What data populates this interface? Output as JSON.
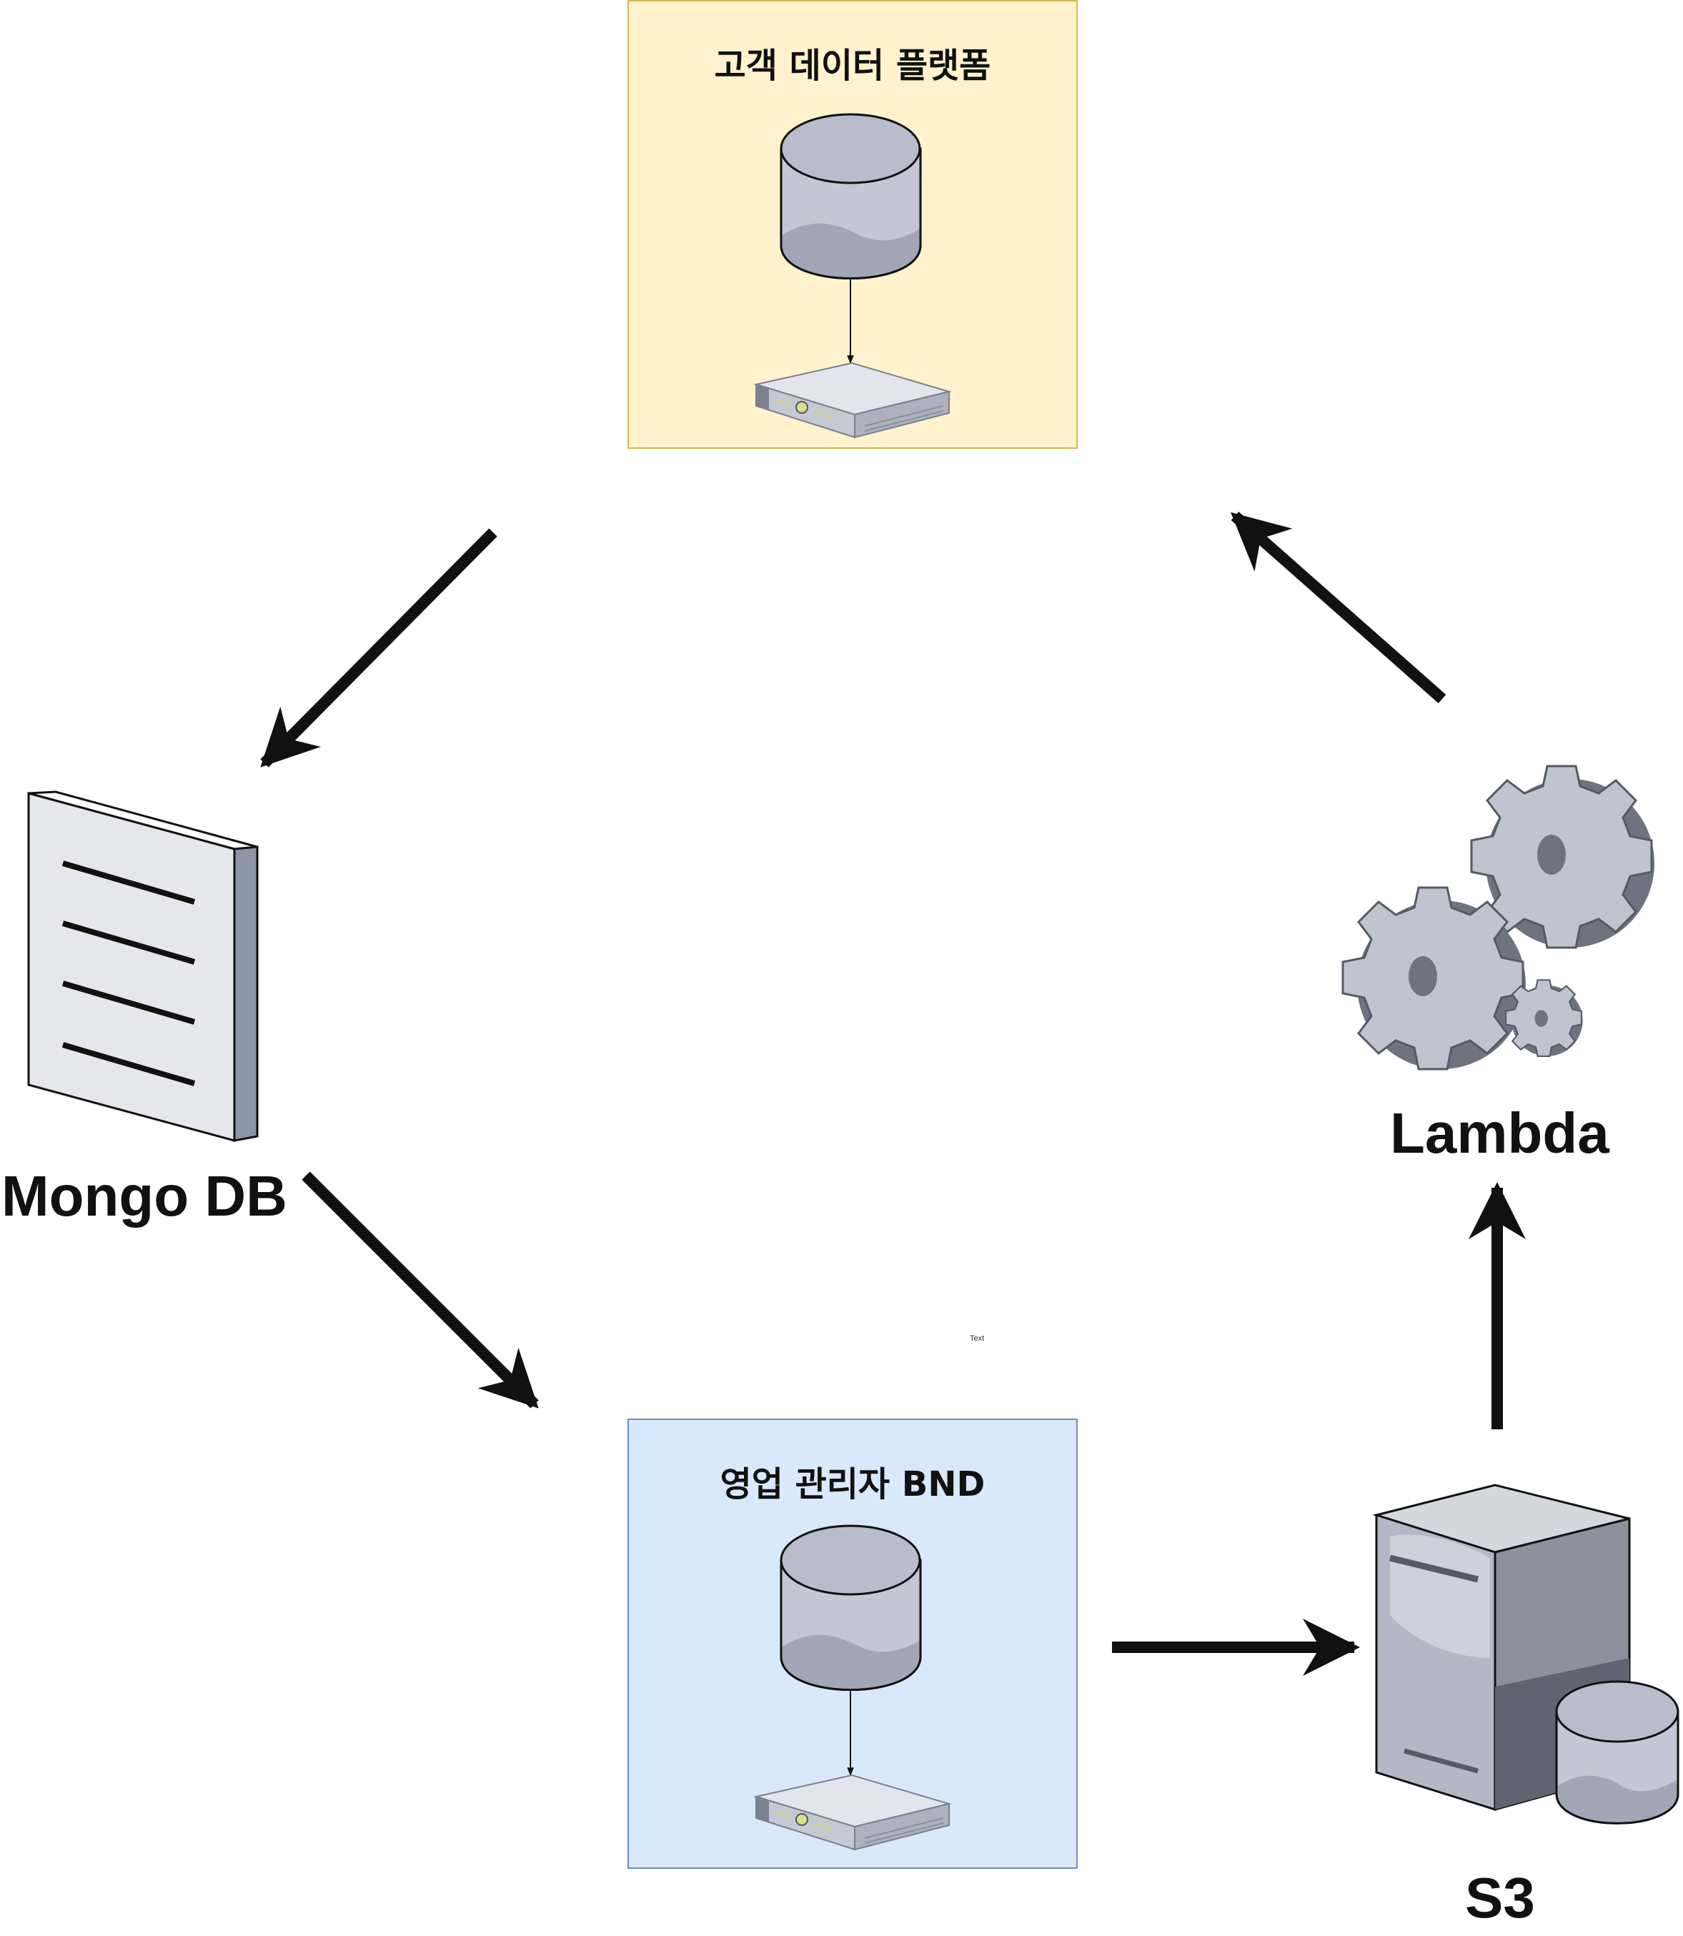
{
  "groups": {
    "customer_platform": {
      "title": "고객 데이터 플랫폼",
      "fill": "#fff2cc",
      "border": "#d6b656"
    },
    "sales_admin": {
      "title": "영업 관리자 BND",
      "fill": "#dae8fc",
      "border": "#6c8ebf"
    }
  },
  "nodes": {
    "mongodb": {
      "label": "Mongo DB",
      "icon": "document-icon"
    },
    "lambda": {
      "label": "Lambda",
      "icon": "gears-icon"
    },
    "s3": {
      "label": "S3",
      "icon": "server-storage-icon"
    }
  },
  "misc": {
    "text_placeholder": "Text"
  },
  "colors": {
    "arrow": "#111111",
    "icon_fill": "#c0c4cf",
    "icon_dark": "#8a8f9c"
  }
}
